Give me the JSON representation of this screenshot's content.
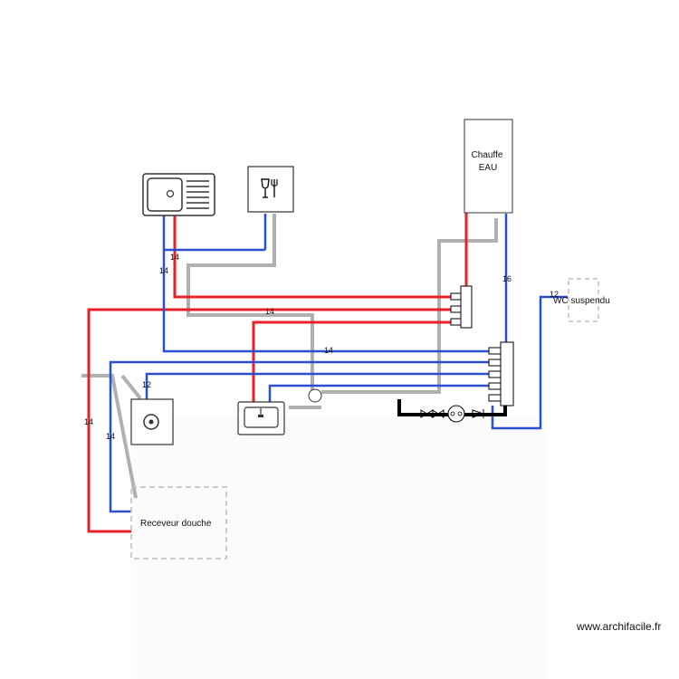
{
  "labels": {
    "heater_line1": "Chauffe",
    "heater_line2": "EAU",
    "wc": "WC suspendu",
    "shower": "Receveur douche",
    "watermark": "www.archifacile.fr"
  },
  "pipe_sizes": {
    "p1": "14",
    "p2": "14",
    "p3": "14",
    "p4": "14",
    "p5": "16",
    "p6": "12",
    "p7": "14",
    "p8": "14",
    "p9": "12"
  },
  "colors": {
    "hot_water": "#e8202a",
    "cold_water": "#2b4fd0",
    "drain": "#b0b0b0",
    "supply_main": "#000000",
    "fixture_outline": "#333333",
    "dashed_outline": "#bdbdbd"
  },
  "icons": {
    "kitchen_sink": "kitchen-sink-icon",
    "dishwasher": "dishwasher-icon",
    "washing_machine": "washing-machine-icon",
    "washbasin": "washbasin-icon",
    "water_heater": "water-heater-icon",
    "meter": "water-meter-icon"
  }
}
